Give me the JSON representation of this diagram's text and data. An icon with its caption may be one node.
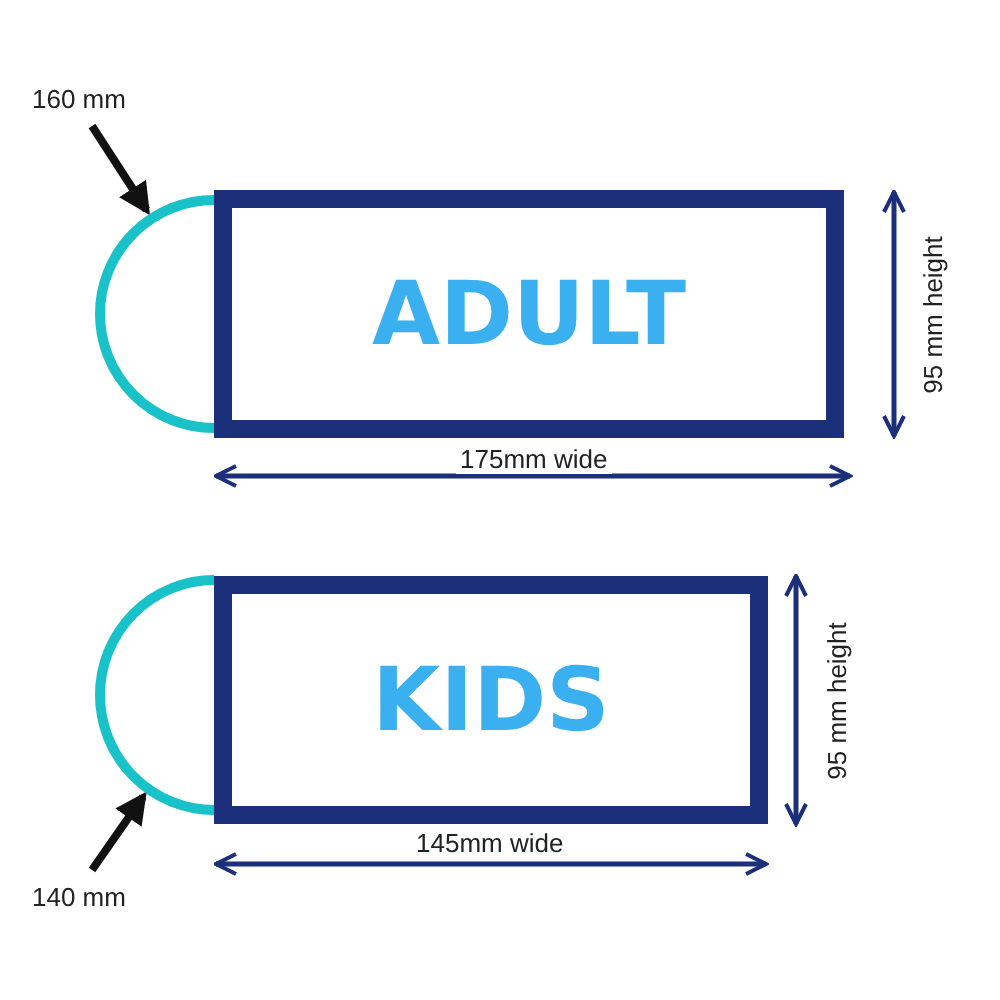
{
  "diagram": {
    "nodes": [
      {
        "text": [
          "ADULT"
        ]
      },
      {
        "text": [],
        "shape": "arc"
      },
      {
        "text": [
          "160 mm"
        ]
      },
      {
        "text": [
          "KIDS"
        ]
      },
      {
        "text": [],
        "shape": "arc"
      },
      {
        "text": [
          "140 mm"
        ]
      }
    ],
    "edges": [
      {
        "from": 2,
        "to": 1,
        "arrow": "to"
      },
      {
        "from": 5,
        "to": 4,
        "arrow": "to"
      }
    ],
    "labels": [
      "95 mm height",
      "175mm wide",
      "95 mm height",
      "145mm wide"
    ]
  }
}
